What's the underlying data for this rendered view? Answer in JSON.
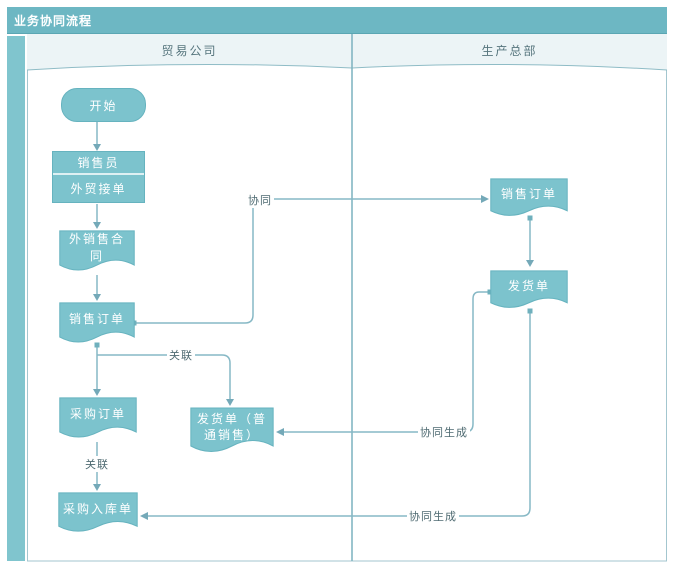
{
  "window": {
    "title": "业务协同流程"
  },
  "lanes": [
    {
      "label": "贸易公司"
    },
    {
      "label": "生产总部"
    }
  ],
  "nodes": {
    "start": {
      "label": "开始",
      "type": "start"
    },
    "sales_rep": {
      "label": "销售员",
      "type": "role"
    },
    "foreign_trade_order": {
      "label": "外贸接单",
      "type": "task"
    },
    "export_sales_contract": {
      "label": "外销售合同",
      "type": "document"
    },
    "sales_order_trading": {
      "label": "销售订单",
      "type": "document"
    },
    "purchase_order": {
      "label": "采购订单",
      "type": "document"
    },
    "purchase_inbound_order": {
      "label": "采购入库单",
      "type": "document"
    },
    "delivery_note_normal_sales": {
      "label": "发货单（普通销售）",
      "type": "document"
    },
    "sales_order_production": {
      "label": "销售订单",
      "type": "document"
    },
    "delivery_note_production": {
      "label": "发货单",
      "type": "document"
    }
  },
  "edge_labels": {
    "collaborate": "协同",
    "relate_1": "关联",
    "relate_2": "关联",
    "collab_generate_1": "协同生成",
    "collab_generate_2": "协同生成"
  },
  "colors": {
    "title_bar": "#6db7c3",
    "side_strip": "#80c5ce",
    "shape_fill": "#7cc3cd",
    "shape_border": "#66b3bf",
    "connector": "#86b8c5",
    "header_bg": "#ecf4f6",
    "edge_label_text": "#4f6b72",
    "lane_title_text": "#56757d"
  }
}
